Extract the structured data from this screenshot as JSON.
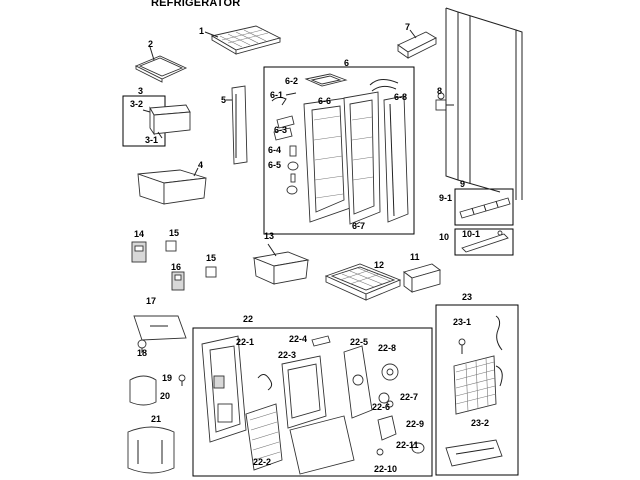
{
  "title": "REFRIGERATOR",
  "callouts": {
    "c1": "1",
    "c2": "2",
    "c3": "3",
    "c3_1": "3-1",
    "c3_2": "3-2",
    "c4": "4",
    "c5": "5",
    "c6": "6",
    "c6_1": "6-1",
    "c6_2": "6-2",
    "c6_3": "6-3",
    "c6_4": "6-4",
    "c6_5": "6-5",
    "c6_6": "6-6",
    "c6_7": "6-7",
    "c6_8": "6-8",
    "c7": "7",
    "c8": "8",
    "c9": "9",
    "c9_1": "9-1",
    "c10": "10",
    "c10_1": "10-1",
    "c11": "11",
    "c12": "12",
    "c13": "13",
    "c14": "14",
    "c15a": "15",
    "c15b": "15",
    "c16": "16",
    "c17": "17",
    "c18": "18",
    "c19": "19",
    "c20": "20",
    "c21": "21",
    "c22": "22",
    "c22_1": "22-1",
    "c22_2": "22-2",
    "c22_3": "22-3",
    "c22_4": "22-4",
    "c22_5": "22-5",
    "c22_6": "22-6",
    "c22_7": "22-7",
    "c22_8": "22-8",
    "c22_9": "22-9",
    "c22_10": "22-10",
    "c22_11": "22-11",
    "c23": "23",
    "c23_1": "23-1",
    "c23_2": "23-2"
  }
}
